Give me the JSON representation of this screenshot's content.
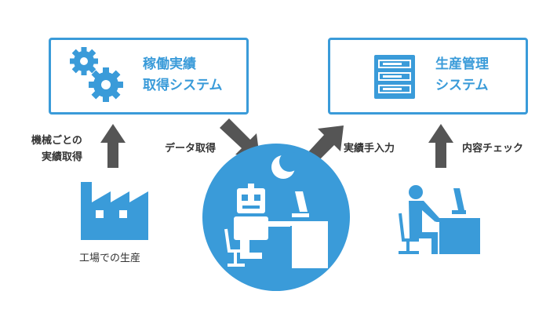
{
  "left_system": {
    "title_line1": "稼働実績",
    "title_line2": "取得システム",
    "icon": "gears-icon"
  },
  "right_system": {
    "title_line1": "生産管理",
    "title_line2": "システム",
    "icon": "server-rack-icon"
  },
  "labels": {
    "machine_line1": "機械ごとの",
    "machine_line2": "実績取得",
    "data_acquisition": "データ取得",
    "actual_input": "実績手入力",
    "content_check": "内容チェック",
    "factory_production": "工場での生産"
  },
  "colors": {
    "accent": "#3a9bd9",
    "arrow": "#555555",
    "text": "#333333"
  }
}
